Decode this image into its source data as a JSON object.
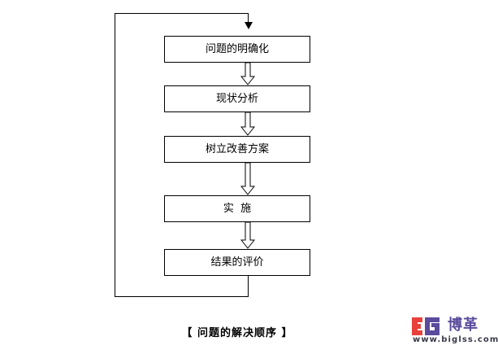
{
  "diagram": {
    "caption": "【 问题的解决顺序 】",
    "steps": [
      {
        "label": "问题的明确化",
        "name": "step-clarify-problem"
      },
      {
        "label": "现状分析",
        "name": "step-analyze-status"
      },
      {
        "label": "树立改善方案",
        "name": "step-build-improvement-plan"
      },
      {
        "label": "实  施",
        "name": "step-implement"
      },
      {
        "label": "结果的评价",
        "name": "step-evaluate-result"
      }
    ],
    "connectors": {
      "entry_arrow": "solid-down-arrow",
      "between_steps": "hollow-block-down-arrow",
      "feedback_loop": "evaluate-result-back-to-clarify-problem"
    },
    "colors": {
      "stroke": "#000000",
      "fill": "#ffffff",
      "text": "#000000"
    }
  },
  "logo": {
    "mark_alt": "biglss-logo-mark",
    "wordmark": "博革",
    "url": "www.biglss.com",
    "colors": {
      "mark_red": "#e8413c",
      "mark_purple": "#5b4b9c",
      "wordmark": "#5b4b9c",
      "url": "#3a3a4a"
    }
  }
}
